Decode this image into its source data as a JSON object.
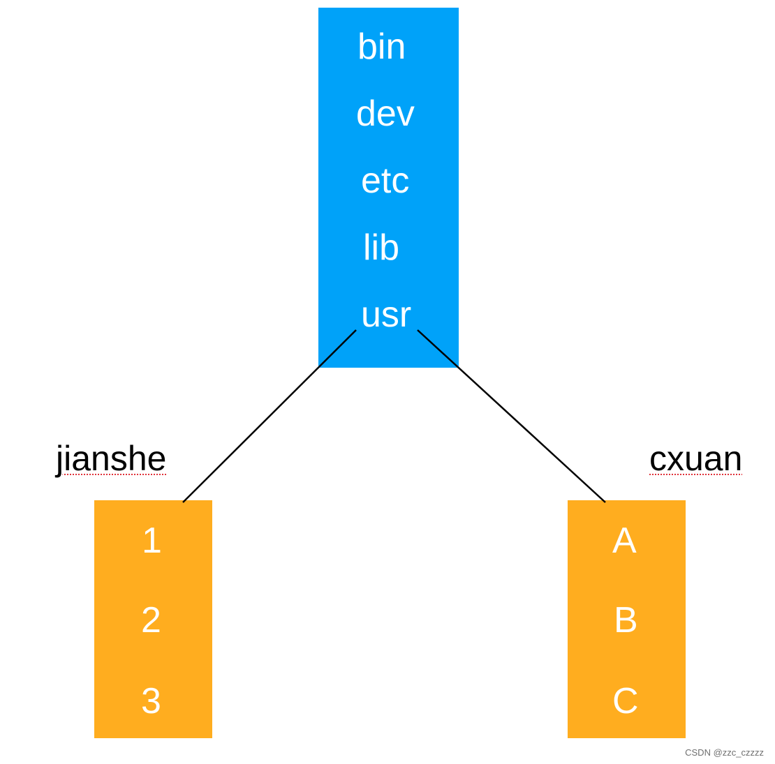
{
  "colors": {
    "root_fill": "#00a2f9",
    "child_fill": "#ffad1f",
    "label_text": "#ffffff",
    "line": "#000000",
    "spellcheck_underline": "#e0313a"
  },
  "root": {
    "items": [
      "bin",
      "dev",
      "etc",
      "lib",
      "usr"
    ]
  },
  "children": {
    "left": {
      "name": "jianshe",
      "items": [
        "1",
        "2",
        "3"
      ]
    },
    "right": {
      "name": "cxuan",
      "items": [
        "A",
        "B",
        "C"
      ]
    }
  },
  "watermark": "CSDN @zzc_czzzz"
}
